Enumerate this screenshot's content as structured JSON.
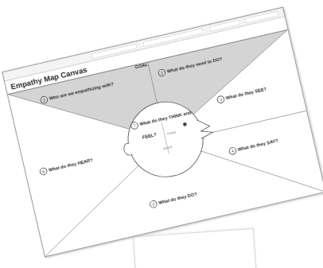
{
  "diagram": {
    "title": "Empathy Map Canvas",
    "nodes": [
      {
        "text": [
          "1",
          "Who are we empathizing with?"
        ]
      },
      {
        "text": [
          "2",
          "What do they need to DO?"
        ]
      },
      {
        "text": [
          "3",
          "What do they SEE?"
        ]
      },
      {
        "text": [
          "4",
          "What do they SAY?"
        ]
      },
      {
        "text": [
          "5",
          "What do they DO?"
        ]
      },
      {
        "text": [
          "6",
          "What do they HEAR?"
        ]
      },
      {
        "text": [
          "7",
          "What do they THINK and FEEL?",
          "PAINS",
          "GAINS"
        ]
      }
    ],
    "labels": [
      "GOAL"
    ]
  }
}
